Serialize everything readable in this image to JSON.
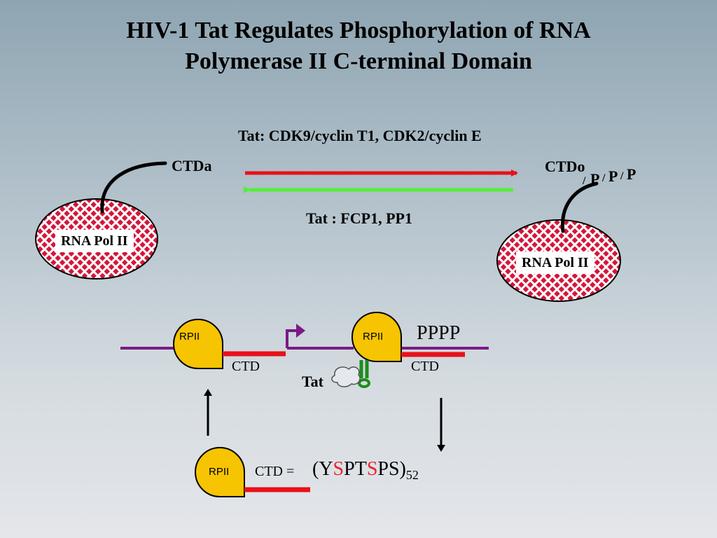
{
  "title": {
    "line1": "HIV-1 Tat  Regulates Phosphorylation of RNA",
    "line2": "Polymerase II C-terminal Domain"
  },
  "top": {
    "forward_label": "Tat: CDK9/cyclin T1, CDK2/cyclin E",
    "reverse_label": "Tat : FCP1,   PP1",
    "ctda": "CTDa",
    "ctdo": "CTDo",
    "phospho_1": "P",
    "phospho_2": "P",
    "phospho_3": "P",
    "pol_left": "RNA Pol II",
    "pol_right": "RNA Pol II"
  },
  "bottom": {
    "rpii": "RPII",
    "ctd": "CTD",
    "pppp": "PPPP",
    "tat": "Tat",
    "ctd_eq": "CTD =",
    "seq_open": "(Y",
    "seq_s1": "S",
    "seq_mid": "PT",
    "seq_s2": "S",
    "seq_end": "PS)",
    "seq_repeat": "52"
  },
  "colors": {
    "forward_arrow": "#e8101a",
    "reverse_arrow": "#55ee3a",
    "ctd_bar": "#e8101a",
    "dna_line": "#7a1a84",
    "rpii_fill": "#f7c402",
    "tat_stem": "#1c8c1c",
    "pol_pattern": "#d4163a"
  }
}
